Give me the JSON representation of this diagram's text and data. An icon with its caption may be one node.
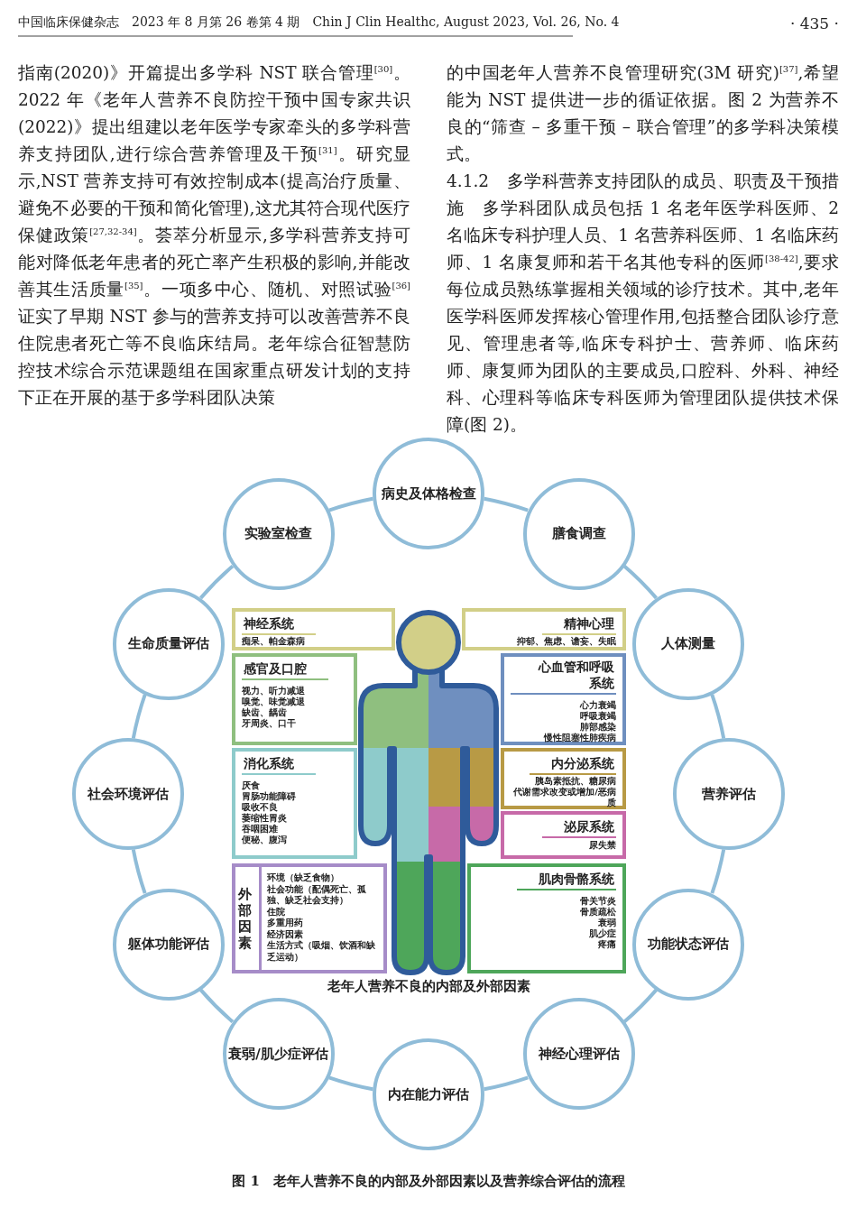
{
  "diagram": {
    "caption": "图 1　老年人营养不良的内部及外部因素以及营养综合评估的流程",
    "nodes": [
      {
        "text": [
          "病史及体格检查"
        ]
      },
      {
        "text": [
          "膳食调查"
        ]
      },
      {
        "text": [
          "人体测量"
        ]
      },
      {
        "text": [
          "营养评估"
        ]
      },
      {
        "text": [
          "功能状态评估"
        ]
      },
      {
        "text": [
          "神经心理评估"
        ]
      },
      {
        "text": [
          "内在能力评估"
        ]
      },
      {
        "text": [
          "衰弱/肌少症评估"
        ]
      },
      {
        "text": [
          "躯体功能评估"
        ]
      },
      {
        "text": [
          "社会环境评估"
        ]
      },
      {
        "text": [
          "生命质量评估"
        ]
      },
      {
        "text": [
          "实验室检查"
        ]
      },
      {
        "text": [
          "神经系统",
          "痴呆、帕金森病"
        ]
      },
      {
        "text": [
          "精神心理",
          "抑郁、焦虑、谵妄、失眠"
        ]
      },
      {
        "text": [
          "感官及口腔",
          "视力、听力减退",
          "嗅觉、味觉减退",
          "缺齿、龋齿",
          "牙周炎、口干"
        ]
      },
      {
        "text": [
          "心血管和呼吸系统",
          "心力衰竭",
          "呼吸衰竭",
          "肺部感染",
          "慢性阻塞性肺疾病"
        ]
      },
      {
        "text": [
          "消化系统",
          "厌食",
          "胃肠功能障碍",
          "吸收不良",
          "萎缩性胃炎",
          "吞咽困难",
          "便秘、腹泻"
        ]
      },
      {
        "text": [
          "内分泌系统",
          "胰岛素抵抗、糖尿病",
          "代谢需求改变或增加/恶病质"
        ]
      },
      {
        "text": [
          "泌尿系统",
          "尿失禁"
        ]
      },
      {
        "text": [
          "外部因素",
          "环境（缺乏食物）",
          "社会功能（配偶死亡、孤独、缺乏社会支持）",
          "住院",
          "多重用药",
          "经济因素",
          "生活方式（吸烟、饮酒和缺乏运动）"
        ]
      },
      {
        "text": [
          "肌肉骨骼系统",
          "骨关节炎",
          "骨质疏松",
          "衰弱",
          "肌少症",
          "疼痛"
        ]
      }
    ],
    "edges": [
      {
        "from": 0,
        "to": 1,
        "arrow": "none"
      },
      {
        "from": 1,
        "to": 2,
        "arrow": "none"
      },
      {
        "from": 2,
        "to": 3,
        "arrow": "none"
      },
      {
        "from": 3,
        "to": 4,
        "arrow": "none"
      },
      {
        "from": 4,
        "to": 5,
        "arrow": "none"
      },
      {
        "from": 5,
        "to": 6,
        "arrow": "none"
      },
      {
        "from": 6,
        "to": 7,
        "arrow": "none"
      },
      {
        "from": 7,
        "to": 8,
        "arrow": "none"
      },
      {
        "from": 8,
        "to": 9,
        "arrow": "none"
      },
      {
        "from": 9,
        "to": 10,
        "arrow": "none"
      },
      {
        "from": 10,
        "to": 11,
        "arrow": "none"
      },
      {
        "from": 11,
        "to": 0,
        "arrow": "none"
      }
    ],
    "labels": [
      "中国临床保健杂志　2023 年 8 月第 26 卷第 4 期　Chin J Clin Healthc, August 2023, Vol. 26, No. 4",
      "· 435 ·",
      "指南(2020)》开篇提出多学科 NST 联合管理$^{[30]}$。2022 年《老年人营养不良防控干预中国专家共识(2022)》提出组建以老年医学专家牵头的多学科营养支持团队,进行综合营养管理及干预$^{[31]}$。研究显示,NST 营养支持可有效控制成本(提高治疗质量、避免不必要的干预和简化管理),这尤其符合现代医疗保健政策$^{[27,32-34]}$。荟萃分析显示,多学科营养支持可能对降低老年患者的死亡率产生积极的影响,并能改善其生活质量$^{[35]}$。一项多中心、随机、对照试验$^{[36]}$证实了早期 NST 参与的营养支持可以改善营养不良住院患者死亡等不良临床结局。老年综合征智慧防控技术综合示范课题组在国家重点研发计划的支持下正在开展的基于多学科团队决策",
      "的中国老年人营养不良管理研究(3M 研究)$^{[37]}$,希望能为 NST 提供进一步的循证依据。图 2 为营养不良的“筛查 – 多重干预 – 联合管理”的多学科决策模式。",
      "4.1.2　多学科营养支持团队的成员、职责及干预措施　多学科团队成员包括 1 名老年医学科医师、2 名临床专科护理人员、1 名营养科医师、1 名临床药师、1 名康复师和若干名其他专科的医师$^{[38-42]}$,要求每位成员熟练掌握相关领域的诊疗技术。其中,老年医学科医师发挥核心管理作用,包括整合团队诊疗意见、管理患者等,临床专科护士、营养师、临床药师、康复师为团队的主要成员,口腔科、外科、神经科、心理科等临床专科医师为管理团队提供技术保障(图 2)。",
      "老年人营养不良的内部及外部因素"
    ]
  }
}
